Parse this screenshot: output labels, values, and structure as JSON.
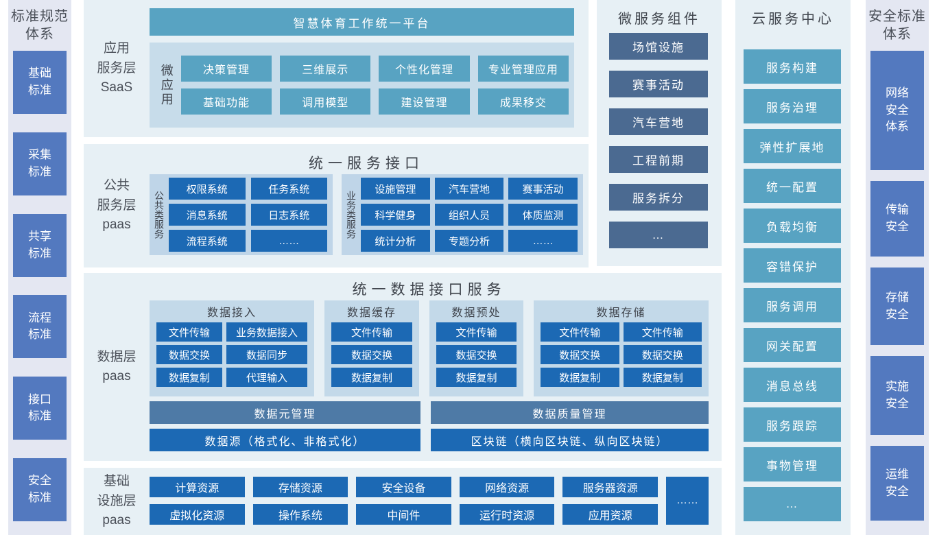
{
  "standards_left": {
    "title": "标准规范\n体系",
    "items": [
      "基础\n标准",
      "采集\n标准",
      "共享\n标准",
      "流程\n标准",
      "接口\n标准",
      "安全\n标准"
    ]
  },
  "saas_layer": {
    "label": "应用\n服务层\nSaaS",
    "platform_title": "智慧体育工作统一平台",
    "micro_app_label": "微应用",
    "buttons": [
      "决策管理",
      "三维展示",
      "个性化管理",
      "专业管理应用",
      "基础功能",
      "调用模型",
      "建设管理",
      "成果移交"
    ]
  },
  "public_service_layer": {
    "label": "公共\n服务层\npaas",
    "title": "统一服务接口",
    "public_group": {
      "label": "公共类服务",
      "buttons": [
        "权限系统",
        "任务系统",
        "消息系统",
        "日志系统",
        "流程系统",
        "……"
      ]
    },
    "business_group": {
      "label": "业务类服务",
      "buttons": [
        "设施管理",
        "汽车营地",
        "赛事活动",
        "科学健身",
        "组织人员",
        "体质监测",
        "统计分析",
        "专题分析",
        "……"
      ]
    }
  },
  "data_layer": {
    "label": "数据层\npaas",
    "title": "统一数据接口服务",
    "groups": [
      {
        "title": "数据接入",
        "buttons": [
          "文件传输",
          "业务数据接入",
          "数据交换",
          "数据同步",
          "数据复制",
          "代理输入"
        ]
      },
      {
        "title": "数据缓存",
        "buttons": [
          "文件传输",
          "数据交换",
          "数据复制"
        ]
      },
      {
        "title": "数据预处",
        "buttons": [
          "文件传输",
          "数据交换",
          "数据复制"
        ]
      },
      {
        "title": "数据存储",
        "buttons": [
          "文件传输",
          "文件传输",
          "数据交换",
          "数据交换",
          "数据复制",
          "数据复制"
        ]
      }
    ],
    "management_bars": [
      "数据元管理",
      "数据质量管理"
    ],
    "source_bars": [
      "数据源（格式化、非格式化）",
      "区块链（横向区块链、纵向区块链）"
    ]
  },
  "infra_layer": {
    "label": "基础\n设施层\npaas",
    "row1": [
      "计算资源",
      "存储资源",
      "安全设备",
      "网络资源",
      "服务器资源"
    ],
    "row2": [
      "虚拟化资源",
      "操作系统",
      "中间件",
      "运行时资源",
      "应用资源"
    ],
    "more": "……"
  },
  "microservices": {
    "title": "微服务组件",
    "items": [
      "场馆设施",
      "赛事活动",
      "汽车营地",
      "工程前期",
      "服务拆分",
      "…"
    ]
  },
  "cloud_center": {
    "title": "云服务中心",
    "items": [
      "服务构建",
      "服务治理",
      "弹性扩展地",
      "统一配置",
      "负载均衡",
      "容错保护",
      "服务调用",
      "网关配置",
      "消息总线",
      "服务跟踪",
      "事物管理",
      "…"
    ]
  },
  "security_right": {
    "title": "安全标准\n体系",
    "items": [
      "网络\n安全\n体系",
      "传输\n安全",
      "存储\n安全",
      "实施\n安全",
      "运维\n安全"
    ]
  },
  "colors": {
    "teal_block": "#58a3c2",
    "bright_blue_block": "#1c69b4",
    "slate_bar": "#4e7aa6",
    "navy_block": "#4b6a91",
    "periwinkle_block": "#5379bf",
    "main_panel_bg": "#e7f0f5",
    "side_panel_bg": "#e4e7f2",
    "saas_inner_bg": "#c7dcea",
    "sub_panel_bg": "#bfd5e8",
    "group_panel_bg": "#c3d9e9",
    "title_text": "#3f444c"
  }
}
